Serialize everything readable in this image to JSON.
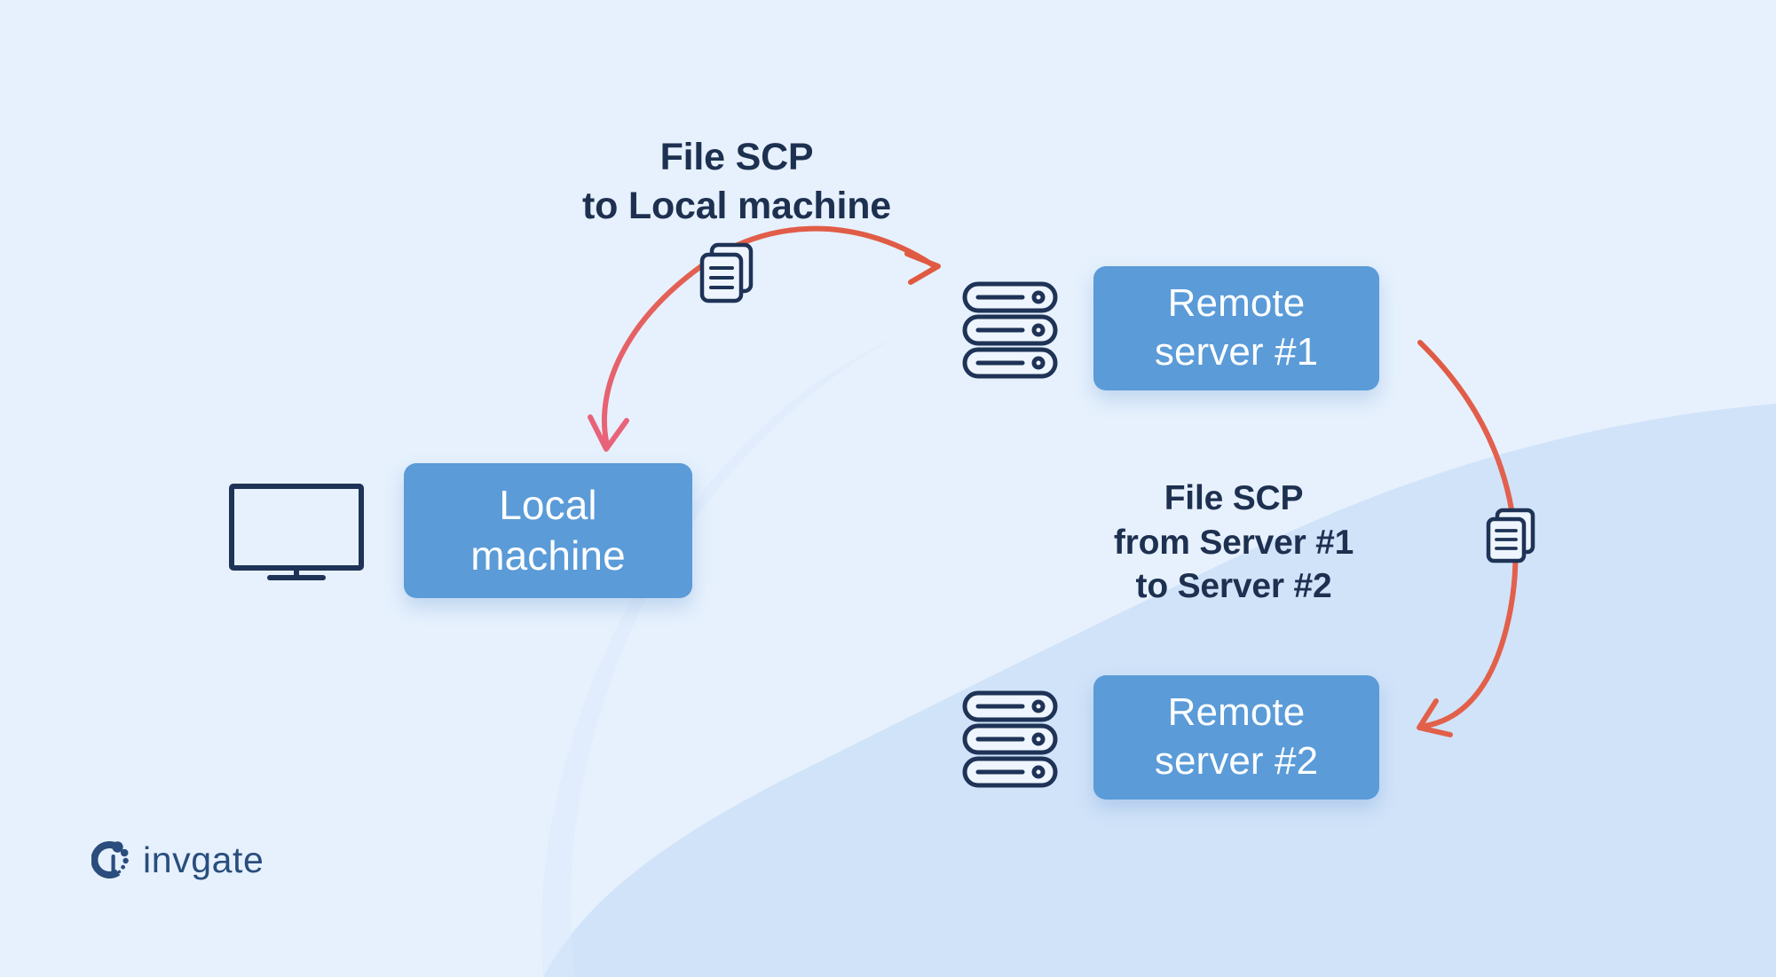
{
  "diagram": {
    "title": "SCP file transfer between local machine and remote servers",
    "background_color": "#e6f1fd",
    "blob_color": "#cfe2f9",
    "node_color": "#5a9bd8",
    "node_text_color": "#ffffff",
    "caption_color": "#1e3050",
    "icon_stroke_color": "#1e3356",
    "arrow_color_start": "#e05a42",
    "arrow_color_end": "#e8637a"
  },
  "captions": [
    {
      "id": "caption-top",
      "text": "File SCP\nto Local machine",
      "lines": [
        "File SCP",
        "to Local machine"
      ]
    },
    {
      "id": "caption-middle",
      "text": "File SCP\nfrom Server #1\nto Server #2",
      "lines": [
        "File SCP",
        "from Server #1",
        "to Server #2"
      ]
    }
  ],
  "nodes": [
    {
      "id": "local-machine",
      "label": "Local\nmachine",
      "lines": [
        "Local",
        "machine"
      ],
      "icon": "monitor-icon"
    },
    {
      "id": "remote-server-1",
      "label": "Remote\nserver #1",
      "lines": [
        "Remote",
        "server #1"
      ],
      "icon": "server-stack-icon"
    },
    {
      "id": "remote-server-2",
      "label": "Remote\nserver #2",
      "lines": [
        "Remote",
        "server #2"
      ],
      "icon": "server-stack-icon"
    }
  ],
  "icons": [
    {
      "id": "icon-monitor",
      "name": "monitor-icon"
    },
    {
      "id": "icon-server-1",
      "name": "server-stack-icon"
    },
    {
      "id": "icon-server-2",
      "name": "server-stack-icon"
    },
    {
      "id": "icon-documents-1",
      "name": "documents-icon"
    },
    {
      "id": "icon-documents-2",
      "name": "documents-icon"
    }
  ],
  "arrows": [
    {
      "id": "arrow-local-to-server1",
      "name": "arrow-scp-to-local-machine",
      "from": "remote-server-1",
      "to": "local-machine",
      "style": "curved-double-headed",
      "heads": [
        "start",
        "end"
      ]
    },
    {
      "id": "arrow-server1-to-server2",
      "name": "arrow-scp-server1-to-server2",
      "from": "remote-server-1",
      "to": "remote-server-2",
      "style": "curved-single-headed",
      "heads": [
        "end"
      ]
    }
  ],
  "brand": {
    "name": "invgate",
    "logo_icon": "invgate-logo-icon",
    "color": "#2a4d7d"
  }
}
